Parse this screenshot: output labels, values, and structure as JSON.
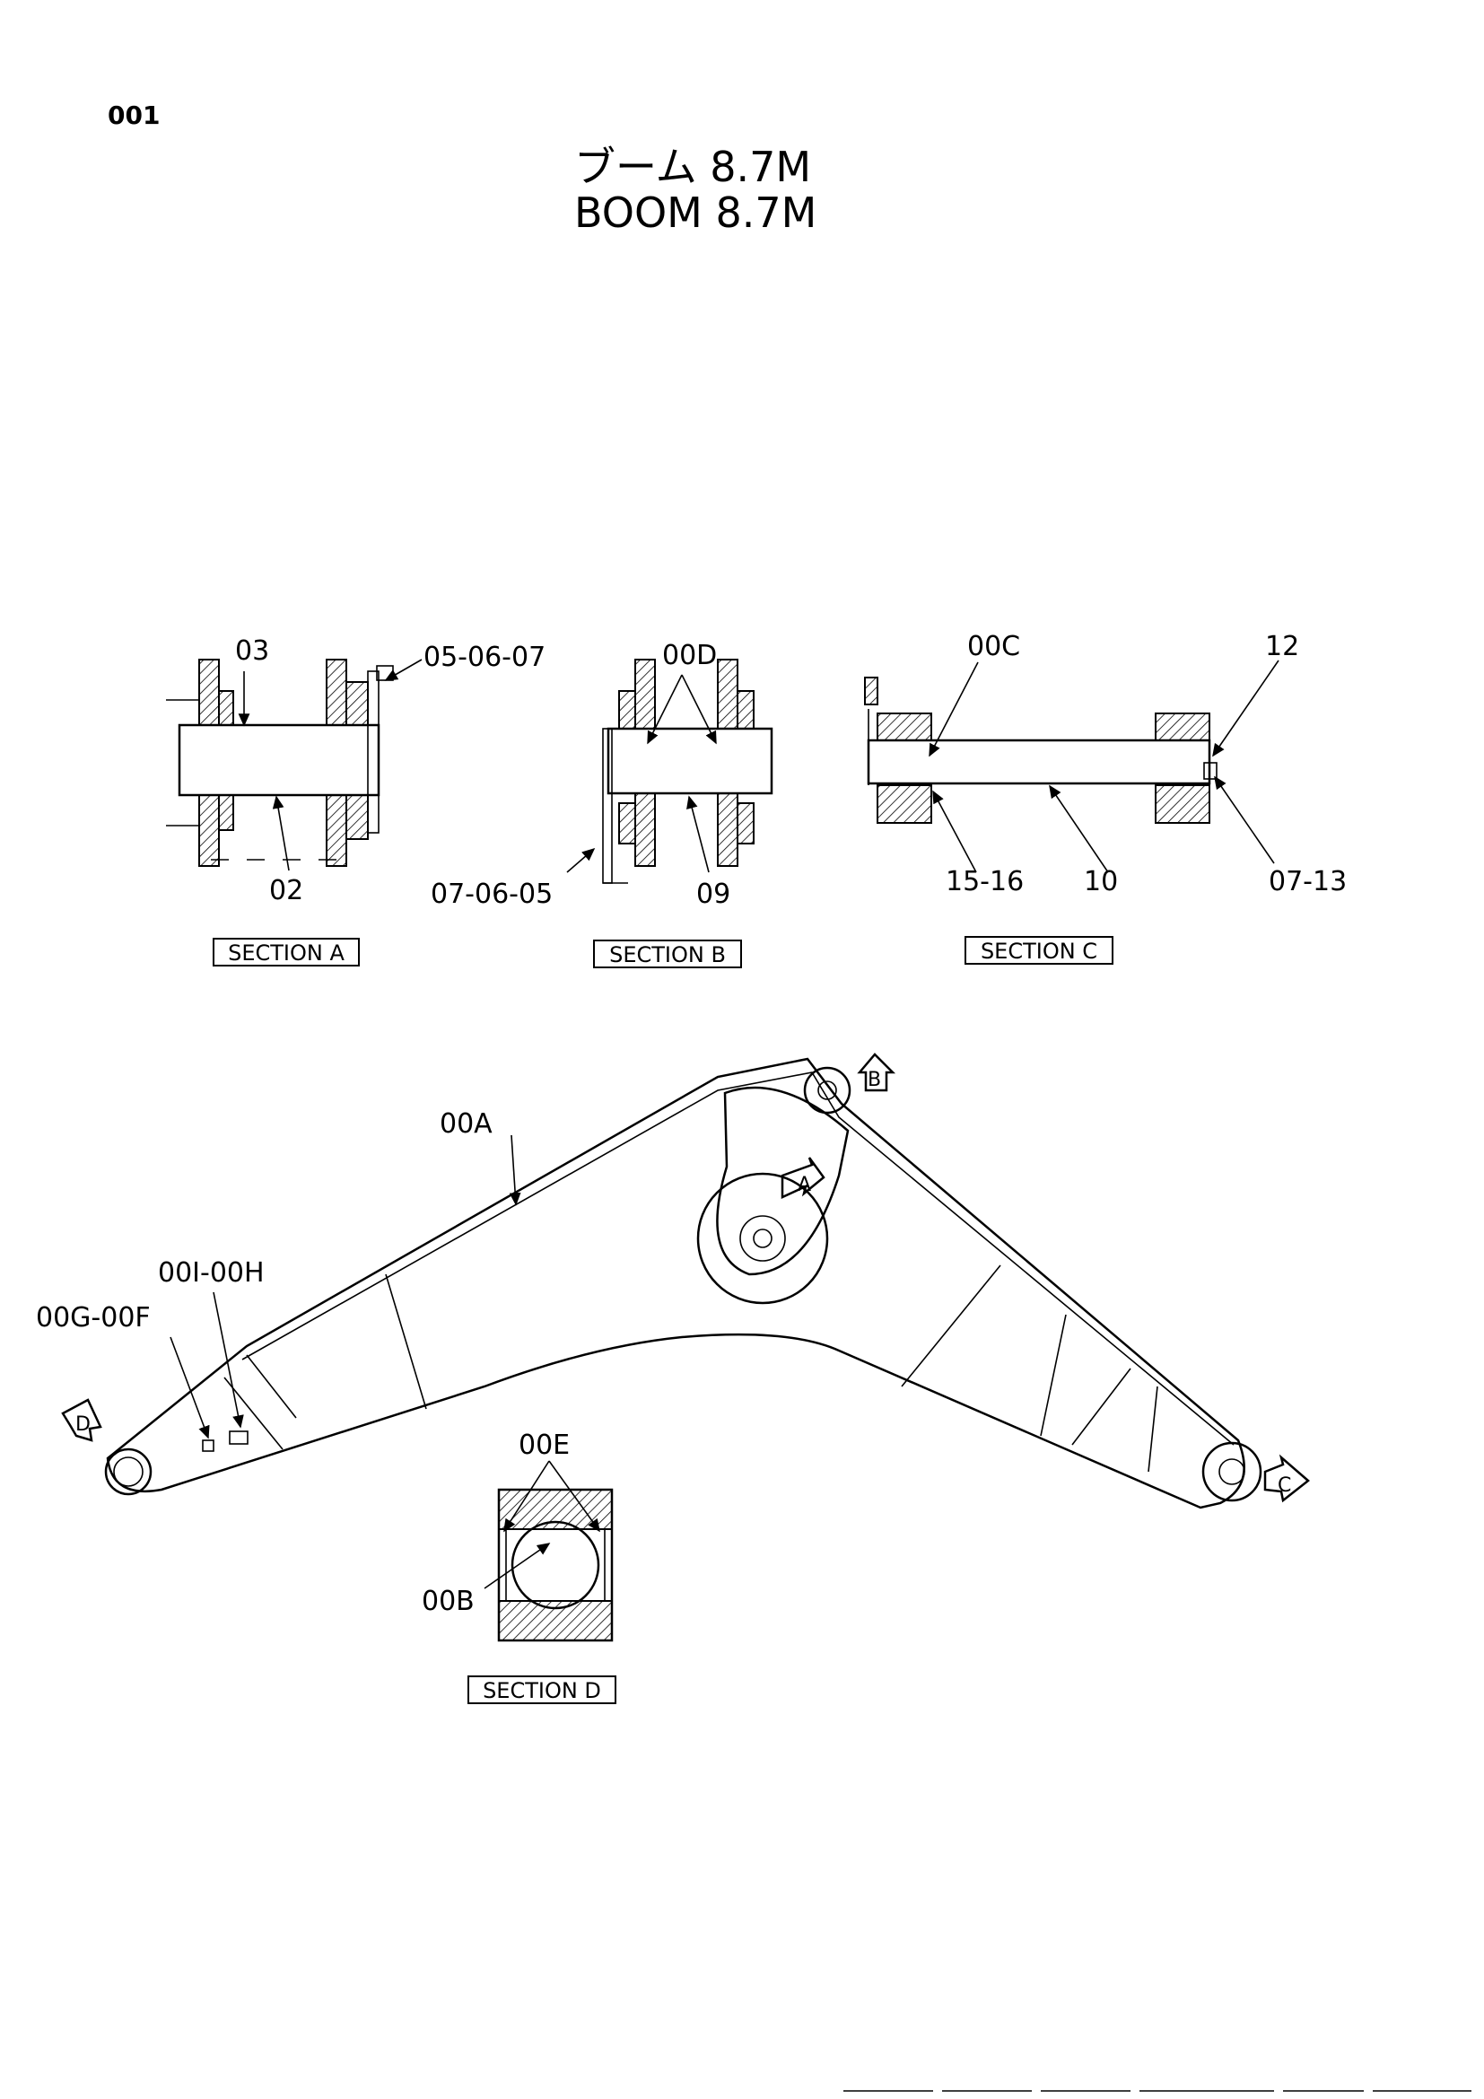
{
  "page_number": "001",
  "title": {
    "jp": "ブーム 8.7M",
    "en": "BOOM 8.7M"
  },
  "section_titles": {
    "a": "SECTION A",
    "b": "SECTION B",
    "c": "SECTION C",
    "d": "SECTION D"
  },
  "section_a": {
    "p03": "03",
    "p050607": "05-06-07",
    "p02": "02"
  },
  "section_b": {
    "p00d": "00D",
    "p070605": "07-06-05",
    "p09": "09"
  },
  "section_c": {
    "p00c": "00C",
    "p12": "12",
    "p1516": "15-16",
    "p10": "10",
    "p0713": "07-13"
  },
  "boom": {
    "p00a": "00A",
    "p00i00h": "00I-00H",
    "p00g00f": "00G-00F",
    "marker_a": "A",
    "marker_b": "B",
    "marker_c": "C",
    "marker_d": "D"
  },
  "section_d": {
    "p00e": "00E",
    "p00b": "00B"
  }
}
